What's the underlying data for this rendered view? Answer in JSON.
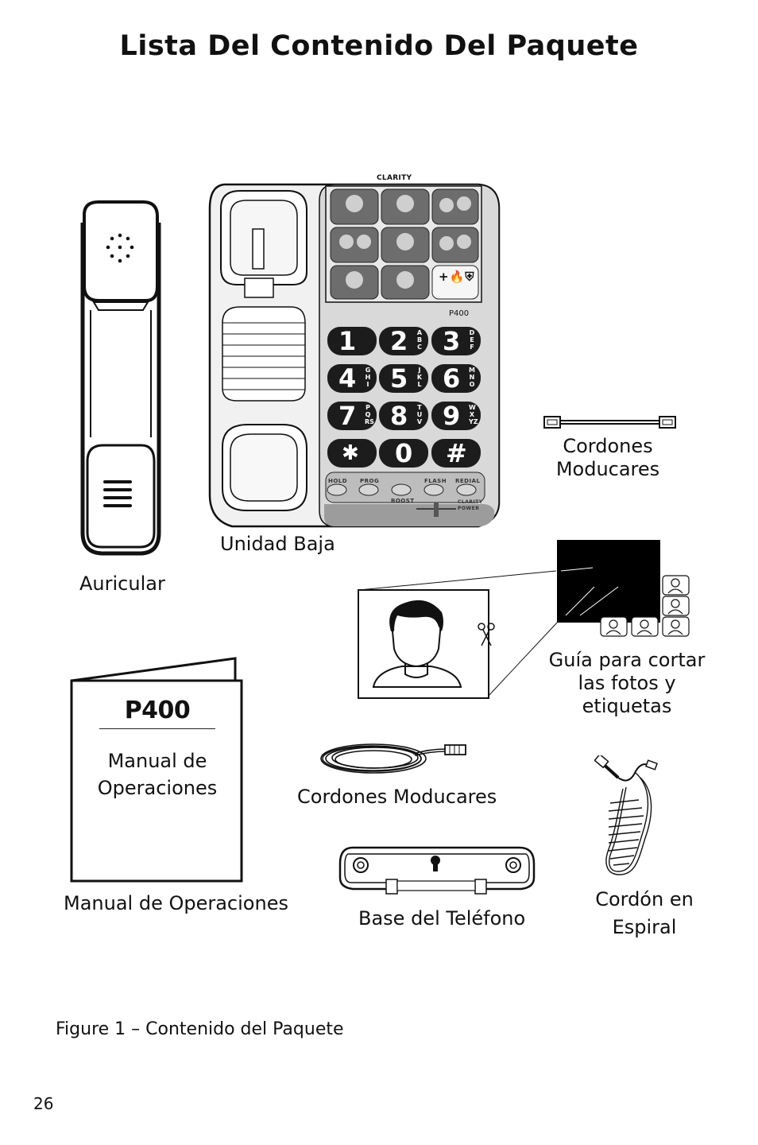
{
  "page": {
    "title": "Lista Del Contenido Del Paquete",
    "caption": "Figure 1 – Contenido del Paquete",
    "page_number": "26"
  },
  "labels": {
    "handset": "Auricular",
    "base_unit": "Unidad Baja",
    "cords_top_line1": "Cordones",
    "cords_top_line2": "Moducares",
    "guide_line1": "Guía para cortar",
    "guide_line2": "las fotos y",
    "guide_line3": "etiquetas",
    "manual": "Manual de Operaciones",
    "cords_middle": "Cordones Moducares",
    "phone_base": "Base del Teléfono",
    "coil_line1": "Cordón en",
    "coil_line2": "Espiral"
  },
  "manual_cover": {
    "model": "P400",
    "subtitle_line1": "Manual de",
    "subtitle_line2": "Operaciones"
  },
  "phone": {
    "brand": "CLARITY",
    "model": "P400",
    "keys": [
      {
        "digit": "1",
        "letters": ""
      },
      {
        "digit": "2",
        "letters": "ABC"
      },
      {
        "digit": "3",
        "letters": "DEF"
      },
      {
        "digit": "4",
        "letters": "GHI"
      },
      {
        "digit": "5",
        "letters": "JKL"
      },
      {
        "digit": "6",
        "letters": "MNO"
      },
      {
        "digit": "7",
        "letters": "PQRS"
      },
      {
        "digit": "8",
        "letters": "TUV"
      },
      {
        "digit": "9",
        "letters": "WXYZ"
      },
      {
        "digit": "✱",
        "letters": ""
      },
      {
        "digit": "0",
        "letters": ""
      },
      {
        "digit": "#",
        "letters": ""
      }
    ],
    "function_buttons": {
      "hold": "HOLD",
      "prog": "PROG",
      "flash": "FLASH",
      "redial": "REDIAL",
      "boost": "BOOST",
      "clarity": "CLARITY",
      "power": "POWER"
    },
    "emergency_symbols": "+🔥⛨"
  }
}
